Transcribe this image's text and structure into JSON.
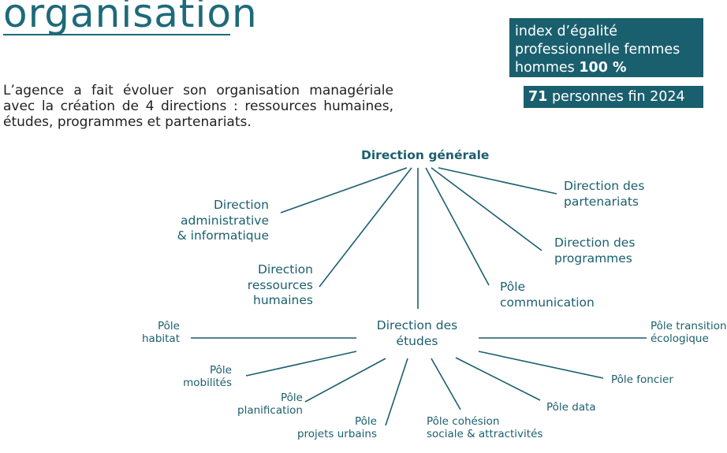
{
  "header": {
    "title": "organisation"
  },
  "intro": "L’agence a fait évoluer son organisation managériale avec la création de 4 directions : ressources humaines, études, programmes et partenariats.",
  "badges": {
    "index_text": "index d’égalité professionnelle femmes hommes",
    "index_value": "100 %",
    "people_value": "71",
    "people_text": "personnes fin 2024"
  },
  "org": {
    "root": "Direction générale",
    "admin": [
      "Direction",
      "administrative",
      "& informatique"
    ],
    "rh": [
      "Direction",
      "ressources",
      "humaines"
    ],
    "etudes": [
      "Direction des",
      "études"
    ],
    "communication": [
      "Pôle",
      "communication"
    ],
    "programmes": [
      "Direction des",
      "programmes"
    ],
    "partenariats": [
      "Direction des",
      "partenariats"
    ]
  },
  "poles": {
    "habitat": [
      "Pôle",
      "habitat"
    ],
    "mobilites": [
      "Pôle",
      "mobilités"
    ],
    "planification": [
      "Pôle",
      "planification"
    ],
    "projets_urbains": [
      "Pôle",
      "projets urbains"
    ],
    "cohesion": [
      "Pôle cohésion",
      "sociale & attractivités"
    ],
    "data": [
      "Pôle data"
    ],
    "foncier": [
      "Pôle foncier"
    ],
    "transition": [
      "Pôle transition",
      "écologique"
    ]
  },
  "colors": {
    "accent": "#1a5f6e",
    "text": "#222222"
  }
}
